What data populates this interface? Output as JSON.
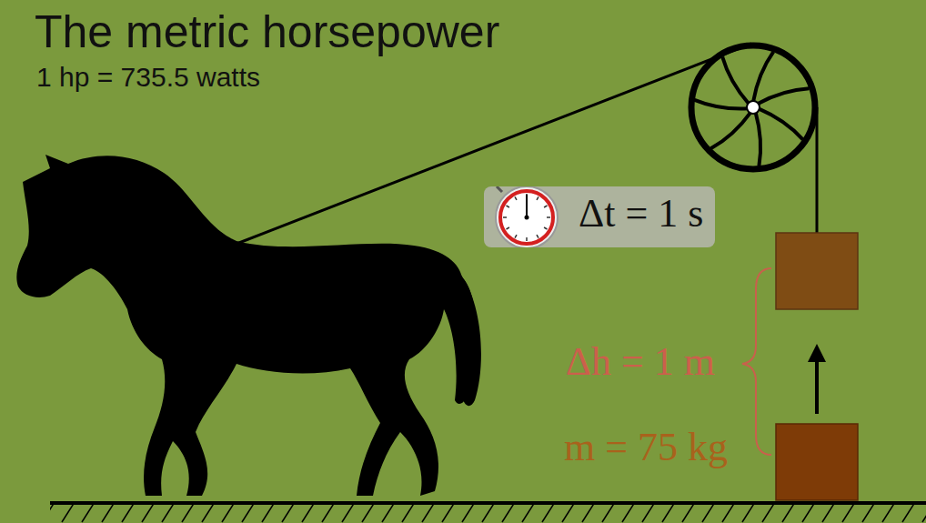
{
  "diagram": {
    "title": "The metric horsepower",
    "nodes": [
      {
        "text": [
          "Δt = 1 s"
        ]
      }
    ],
    "labels": [
      "1 hp = 735.5 watts",
      "Δh = 1 m",
      "m = 75 kg"
    ]
  }
}
